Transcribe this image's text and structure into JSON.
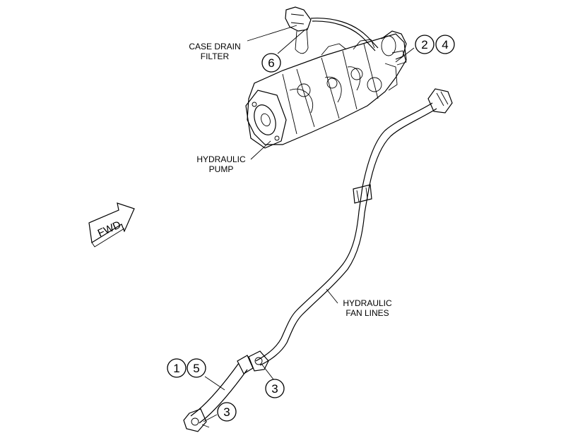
{
  "labels": {
    "case_drain_filter": [
      "CASE DRAIN",
      "FILTER"
    ],
    "hydraulic_pump": [
      "HYDRAULIC",
      "PUMP"
    ],
    "hydraulic_fan_lines": [
      "HYDRAULIC",
      "FAN LINES"
    ],
    "fwd": "FWD"
  },
  "callouts": {
    "c6": "6",
    "c2": "2",
    "c4": "4",
    "c1": "1",
    "c5": "5",
    "c3_upper": "3",
    "c3_lower": "3"
  }
}
